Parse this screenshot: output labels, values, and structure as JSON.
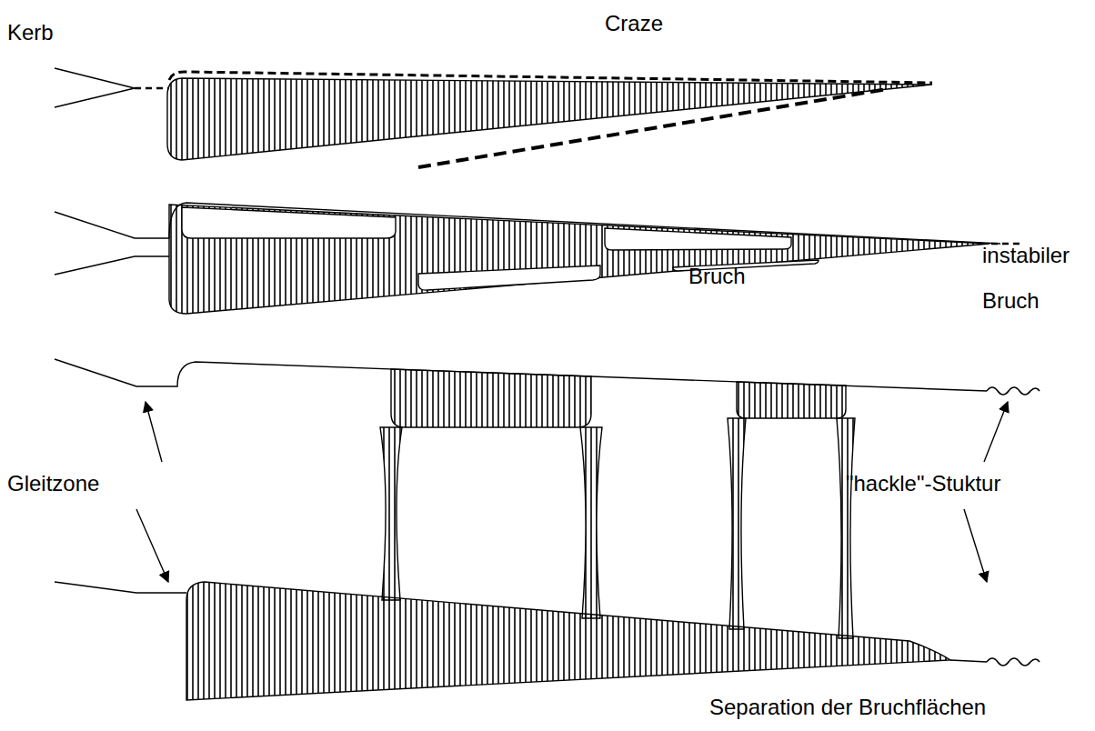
{
  "diagram": {
    "labels": [
      "Kerb",
      "Craze",
      "Bruch",
      "instabiler Bruch",
      "Gleitzone",
      "\"hackle\"-Stuktur",
      "Separation der Bruchflächen"
    ]
  }
}
